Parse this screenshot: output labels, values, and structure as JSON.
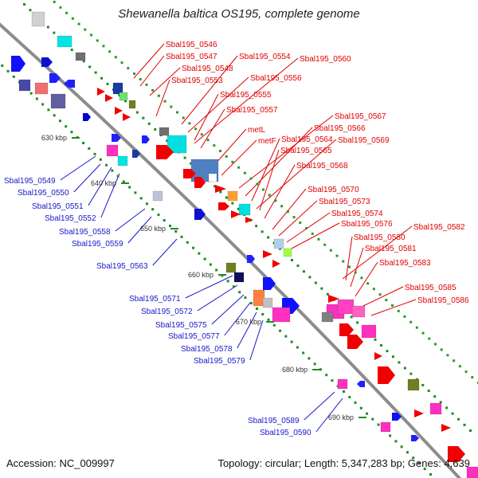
{
  "title": "Shewanella baltica OS195, complete genome",
  "accession_label": "Accession: NC_009997",
  "topology_label": "Topology: circular; Length: 5,347,283 bp; Genes: 4,639",
  "colors": {
    "backbone": "#8c8c8c",
    "tick": "#1e8c1e",
    "red_label": "#e00000",
    "blue_label": "#1818c8",
    "leader_red": "#e00000",
    "leader_blue": "#1818c8"
  },
  "scale_ticks": [
    "630 kbp",
    "640 kbp",
    "650 kbp",
    "660 kbp",
    "670 kbp",
    "680 kbp",
    "690 kbp"
  ],
  "red_labels": [
    "Sbal195_0546",
    "Sbal195_0547",
    "Sbal195_0548",
    "Sbal195_0553",
    "Sbal195_0554",
    "Sbal195_0556",
    "Sbal195_0560",
    "Sbal195_0555",
    "Sbal195_0557",
    "metL",
    "metF",
    "Sbal195_0567",
    "Sbal195_0566",
    "Sbal195_0564",
    "Sbal195_0569",
    "Sbal195_0565",
    "Sbal195_0568",
    "Sbal195_0570",
    "Sbal195_0573",
    "Sbal195_0574",
    "Sbal195_0576",
    "Sbal195_0582",
    "Sbal195_0580",
    "Sbal195_0581",
    "Sbal195_0583",
    "Sbal195_0585",
    "Sbal195_0586"
  ],
  "blue_labels": [
    "Sbal195_0549",
    "Sbal195_0550",
    "Sbal195_0551",
    "Sbal195_0552",
    "Sbal195_0558",
    "Sbal195_0559",
    "Sbal195_0563",
    "Sbal195_0571",
    "Sbal195_0572",
    "Sbal195_0575",
    "Sbal195_0577",
    "Sbal195_0578",
    "Sbal195_0579",
    "Sbal195_0589",
    "Sbal195_0590"
  ]
}
